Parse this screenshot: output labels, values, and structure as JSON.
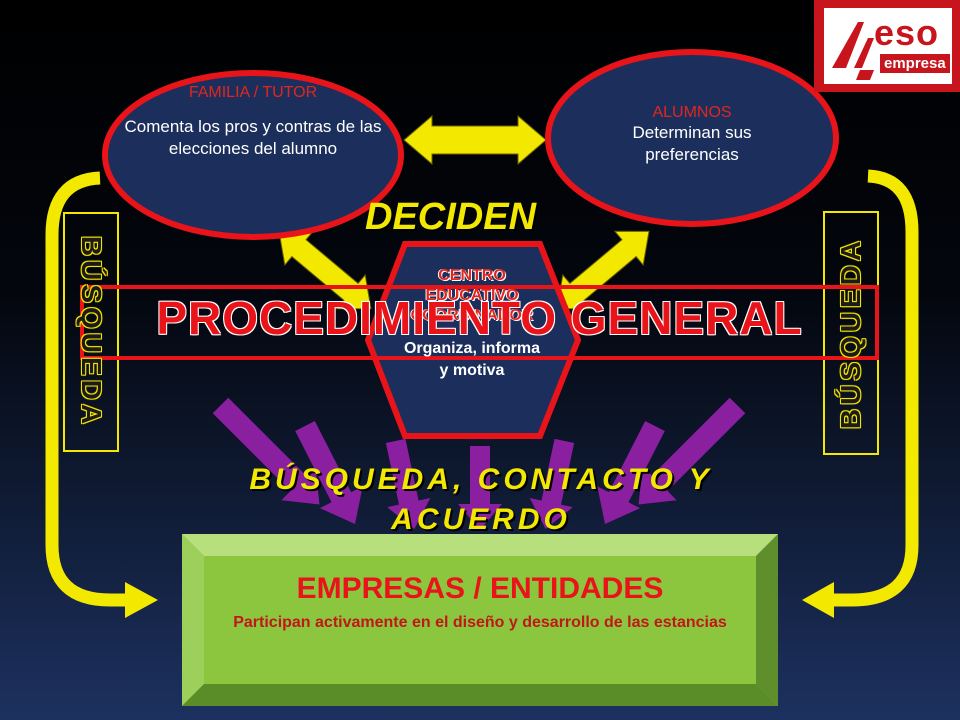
{
  "familia": {
    "title": "FAMILIA / TUTOR",
    "body": "Comenta los pros y contras de las elecciones del alumno"
  },
  "alumnos": {
    "title": "ALUMNOS",
    "body": "Determinan sus preferencias"
  },
  "deciden": "DECIDEN",
  "centro": {
    "title": "CENTRO EDUCATIVO COORDINADOR",
    "body": "Organiza, informa y motiva"
  },
  "procedimiento": "PROCEDIMIENTO GENERAL",
  "busqueda_left": "BÚSQUEDA",
  "busqueda_right": "BÚSQUEDA",
  "busqueda_contacto": "BÚSQUEDA, CONTACTO Y ACUERDO",
  "empresas": {
    "title": "EMPRESAS / ENTIDADES",
    "body": "Participan activamente en el diseño y desarrollo de las estancias"
  },
  "logo": {
    "text_main": "eso",
    "text_sub": "empresa"
  },
  "colors": {
    "yellow": "#f3e800",
    "red": "#e8141a",
    "navy": "#1c2f5c",
    "purple": "#8a1fa0",
    "green": "#8cc63f"
  }
}
